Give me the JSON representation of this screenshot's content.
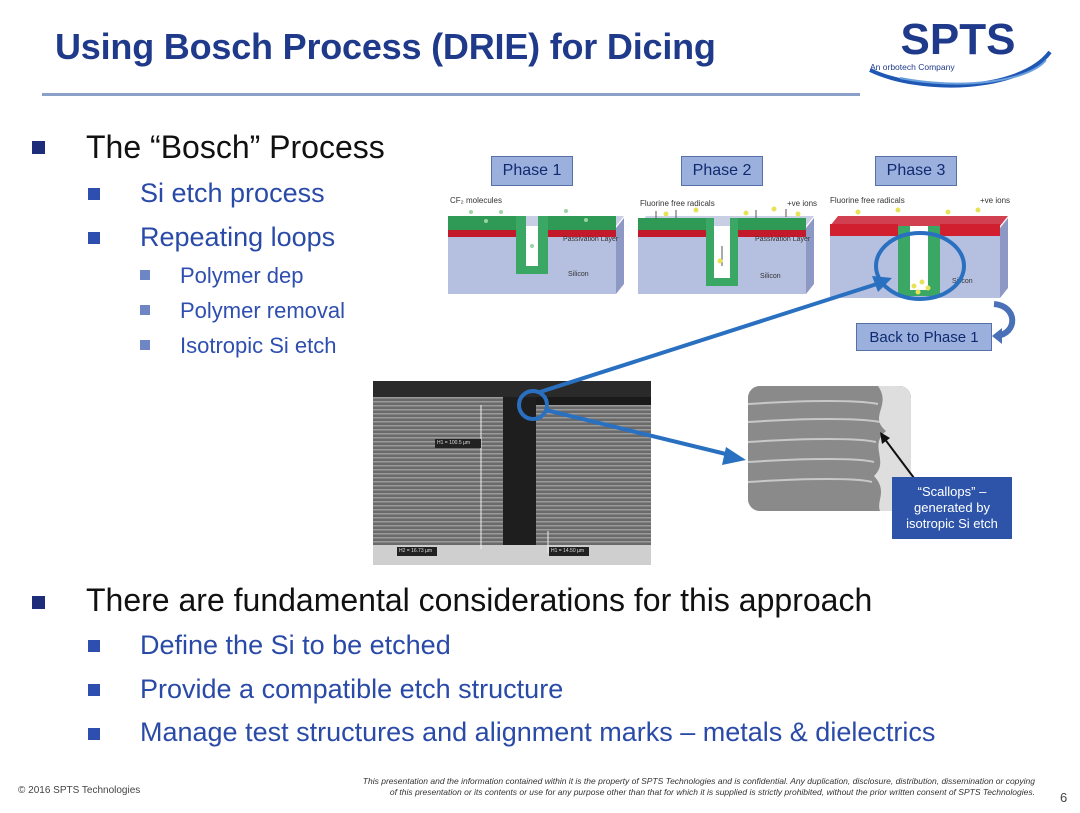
{
  "title": "Using Bosch Process (DRIE) for Dicing",
  "logo": {
    "name": "SPTS",
    "tagline": "An orbotech Company"
  },
  "bullets_top": {
    "heading": "The “Bosch” Process",
    "sub": [
      "Si etch process",
      "Repeating loops"
    ],
    "subsub": [
      "Polymer dep",
      "Polymer removal",
      "Isotropic Si etch"
    ]
  },
  "diagram": {
    "phases": [
      "Phase 1",
      "Phase 2",
      "Phase 3"
    ],
    "captions": [
      "CF₂ molecules",
      "Fluorine free radicals",
      "+ve ions",
      "Fluorine free radicals",
      "+ve ions"
    ],
    "layer_labels": [
      "Passivation Layer",
      "Silicon",
      "Passivation Layer",
      "Silicon",
      "Silicon"
    ],
    "back_label": "Back to Phase 1"
  },
  "sem": {
    "measure_labels": [
      "H1 = 100.5 µm",
      "H2 = 16.73 µm",
      "H1 = 14.50 µm"
    ],
    "zoom_annotation": "“Scallops” – generated by isotropic Si etch"
  },
  "bullets_bottom": {
    "heading": "There are fundamental considerations for this approach",
    "sub": [
      "Define the Si to be etched",
      "Provide a compatible etch structure",
      "Manage test structures and alignment marks – metals & dielectrics"
    ]
  },
  "footer": {
    "copyright": "© 2016 SPTS Technologies",
    "disclaimer_1": "This presentation and the information contained within it is the property of SPTS Technologies and is confidential.  Any duplication, disclosure, distribution, dissemination or copying",
    "disclaimer_2": "of this presentation or its contents or use for any purpose other than that for which it is supplied is strictly prohibited, without the prior written consent of SPTS Technologies.",
    "page": "6"
  },
  "colors": {
    "title": "#1f3a8a",
    "accent": "#2a4aa8",
    "arrow": "#2a70c0"
  }
}
